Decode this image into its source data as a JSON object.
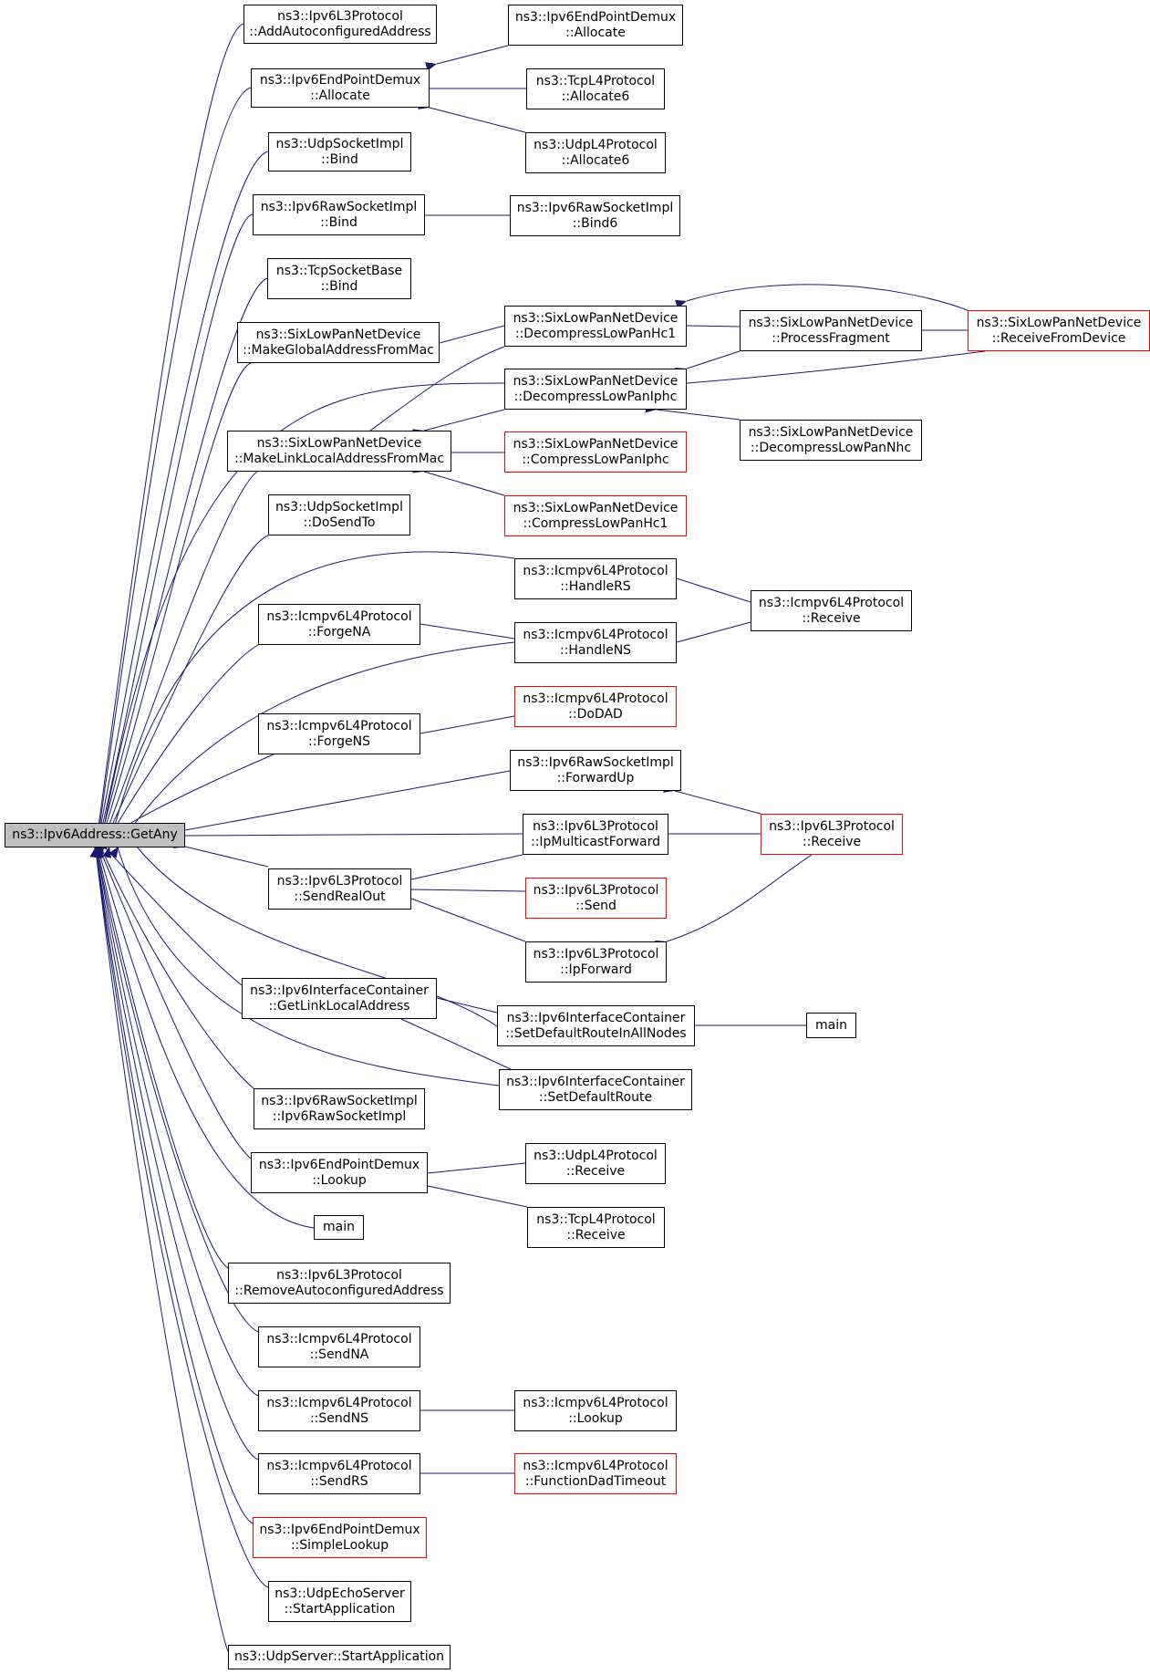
{
  "colors": {
    "edge": "#191970",
    "border": "#000000",
    "truncated_border": "#ff0000",
    "root_fill": "#bfbfbf"
  },
  "nodes": {
    "root": {
      "l1": "ns3::Ipv6Address::GetAny"
    },
    "n1": {
      "l1": "ns3::Ipv6L3Protocol",
      "l2": "::AddAutoconfiguredAddress"
    },
    "n2": {
      "l1": "ns3::Ipv6EndPointDemux",
      "l2": "::Allocate"
    },
    "n3": {
      "l1": "ns3::UdpSocketImpl",
      "l2": "::Bind"
    },
    "n4": {
      "l1": "ns3::Ipv6RawSocketImpl",
      "l2": "::Bind"
    },
    "n5": {
      "l1": "ns3::TcpSocketBase",
      "l2": "::Bind"
    },
    "n6": {
      "l1": "ns3::SixLowPanNetDevice",
      "l2": "::MakeGlobalAddressFromMac"
    },
    "n7": {
      "l1": "ns3::SixLowPanNetDevice",
      "l2": "::MakeLinkLocalAddressFromMac"
    },
    "n8": {
      "l1": "ns3::UdpSocketImpl",
      "l2": "::DoSendTo"
    },
    "n9": {
      "l1": "ns3::Icmpv6L4Protocol",
      "l2": "::ForgeNA"
    },
    "n10": {
      "l1": "ns3::Icmpv6L4Protocol",
      "l2": "::ForgeNS"
    },
    "n11": {
      "l1": "ns3::Ipv6L3Protocol",
      "l2": "::SendRealOut"
    },
    "n12": {
      "l1": "ns3::Ipv6InterfaceContainer",
      "l2": "::GetLinkLocalAddress"
    },
    "n13": {
      "l1": "ns3::Ipv6RawSocketImpl",
      "l2": "::Ipv6RawSocketImpl"
    },
    "n14": {
      "l1": "ns3::Ipv6EndPointDemux",
      "l2": "::Lookup"
    },
    "n15": {
      "l1": "main"
    },
    "n16": {
      "l1": "ns3::Ipv6L3Protocol",
      "l2": "::RemoveAutoconfiguredAddress"
    },
    "n17": {
      "l1": "ns3::Icmpv6L4Protocol",
      "l2": "::SendNA"
    },
    "n18": {
      "l1": "ns3::Icmpv6L4Protocol",
      "l2": "::SendNS"
    },
    "n19": {
      "l1": "ns3::Icmpv6L4Protocol",
      "l2": "::SendRS"
    },
    "n20": {
      "l1": "ns3::Ipv6EndPointDemux",
      "l2": "::SimpleLookup"
    },
    "n21": {
      "l1": "ns3::UdpEchoServer",
      "l2": "::StartApplication"
    },
    "n22": {
      "l1": "ns3::UdpServer::StartApplication"
    },
    "m1": {
      "l1": "ns3::Ipv6EndPointDemux",
      "l2": "::Allocate"
    },
    "m2": {
      "l1": "ns3::TcpL4Protocol",
      "l2": "::Allocate6"
    },
    "m3": {
      "l1": "ns3::UdpL4Protocol",
      "l2": "::Allocate6"
    },
    "m4": {
      "l1": "ns3::Ipv6RawSocketImpl",
      "l2": "::Bind6"
    },
    "m5": {
      "l1": "ns3::SixLowPanNetDevice",
      "l2": "::DecompressLowPanHc1"
    },
    "m6": {
      "l1": "ns3::SixLowPanNetDevice",
      "l2": "::DecompressLowPanIphc"
    },
    "m7": {
      "l1": "ns3::SixLowPanNetDevice",
      "l2": "::CompressLowPanIphc"
    },
    "m8": {
      "l1": "ns3::SixLowPanNetDevice",
      "l2": "::CompressLowPanHc1"
    },
    "m9": {
      "l1": "ns3::Icmpv6L4Protocol",
      "l2": "::HandleRS"
    },
    "m10": {
      "l1": "ns3::Icmpv6L4Protocol",
      "l2": "::HandleNS"
    },
    "m11": {
      "l1": "ns3::Icmpv6L4Protocol",
      "l2": "::DoDAD"
    },
    "m12": {
      "l1": "ns3::Ipv6RawSocketImpl",
      "l2": "::ForwardUp"
    },
    "m13": {
      "l1": "ns3::Ipv6L3Protocol",
      "l2": "::IpMulticastForward"
    },
    "m14": {
      "l1": "ns3::Ipv6L3Protocol",
      "l2": "::Send"
    },
    "m15": {
      "l1": "ns3::Ipv6L3Protocol",
      "l2": "::IpForward"
    },
    "m16": {
      "l1": "ns3::Ipv6InterfaceContainer",
      "l2": "::SetDefaultRouteInAllNodes"
    },
    "m17": {
      "l1": "ns3::Ipv6InterfaceContainer",
      "l2": "::SetDefaultRoute"
    },
    "m18": {
      "l1": "ns3::UdpL4Protocol",
      "l2": "::Receive"
    },
    "m19": {
      "l1": "ns3::TcpL4Protocol",
      "l2": "::Receive"
    },
    "m20": {
      "l1": "ns3::Icmpv6L4Protocol",
      "l2": "::Lookup"
    },
    "m21": {
      "l1": "ns3::Icmpv6L4Protocol",
      "l2": "::FunctionDadTimeout"
    },
    "r1": {
      "l1": "ns3::SixLowPanNetDevice",
      "l2": "::ProcessFragment"
    },
    "r2": {
      "l1": "ns3::SixLowPanNetDevice",
      "l2": "::DecompressLowPanNhc"
    },
    "r3": {
      "l1": "ns3::Icmpv6L4Protocol",
      "l2": "::Receive"
    },
    "r4": {
      "l1": "ns3::Ipv6L3Protocol",
      "l2": "::Receive"
    },
    "r5": {
      "l1": "main"
    },
    "q1": {
      "l1": "ns3::SixLowPanNetDevice",
      "l2": "::ReceiveFromDevice"
    }
  }
}
